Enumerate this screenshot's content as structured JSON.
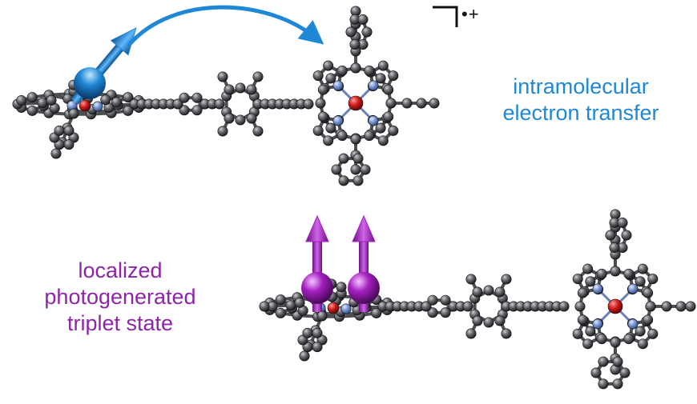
{
  "labels": {
    "electron_transfer": {
      "line1": "intramolecular",
      "line2": "electron transfer"
    },
    "triplet": {
      "line1": "localized",
      "line2": "photogenerated",
      "line3": "triplet state"
    },
    "charge": "•+"
  },
  "colors": {
    "electron_transfer": "#1e88d6",
    "triplet": "#8e24aa",
    "carbon": "#55575b",
    "nitrogen": "#7d97d3",
    "metal": "#c81a1a",
    "spin_blue": "#1e88d6",
    "spin_purple": "#a41fc0"
  },
  "icons": {
    "spin_up": "spin-up-arrow-icon",
    "transfer": "curved-transfer-arrow-icon",
    "radical_cation": "bracket-icon"
  }
}
